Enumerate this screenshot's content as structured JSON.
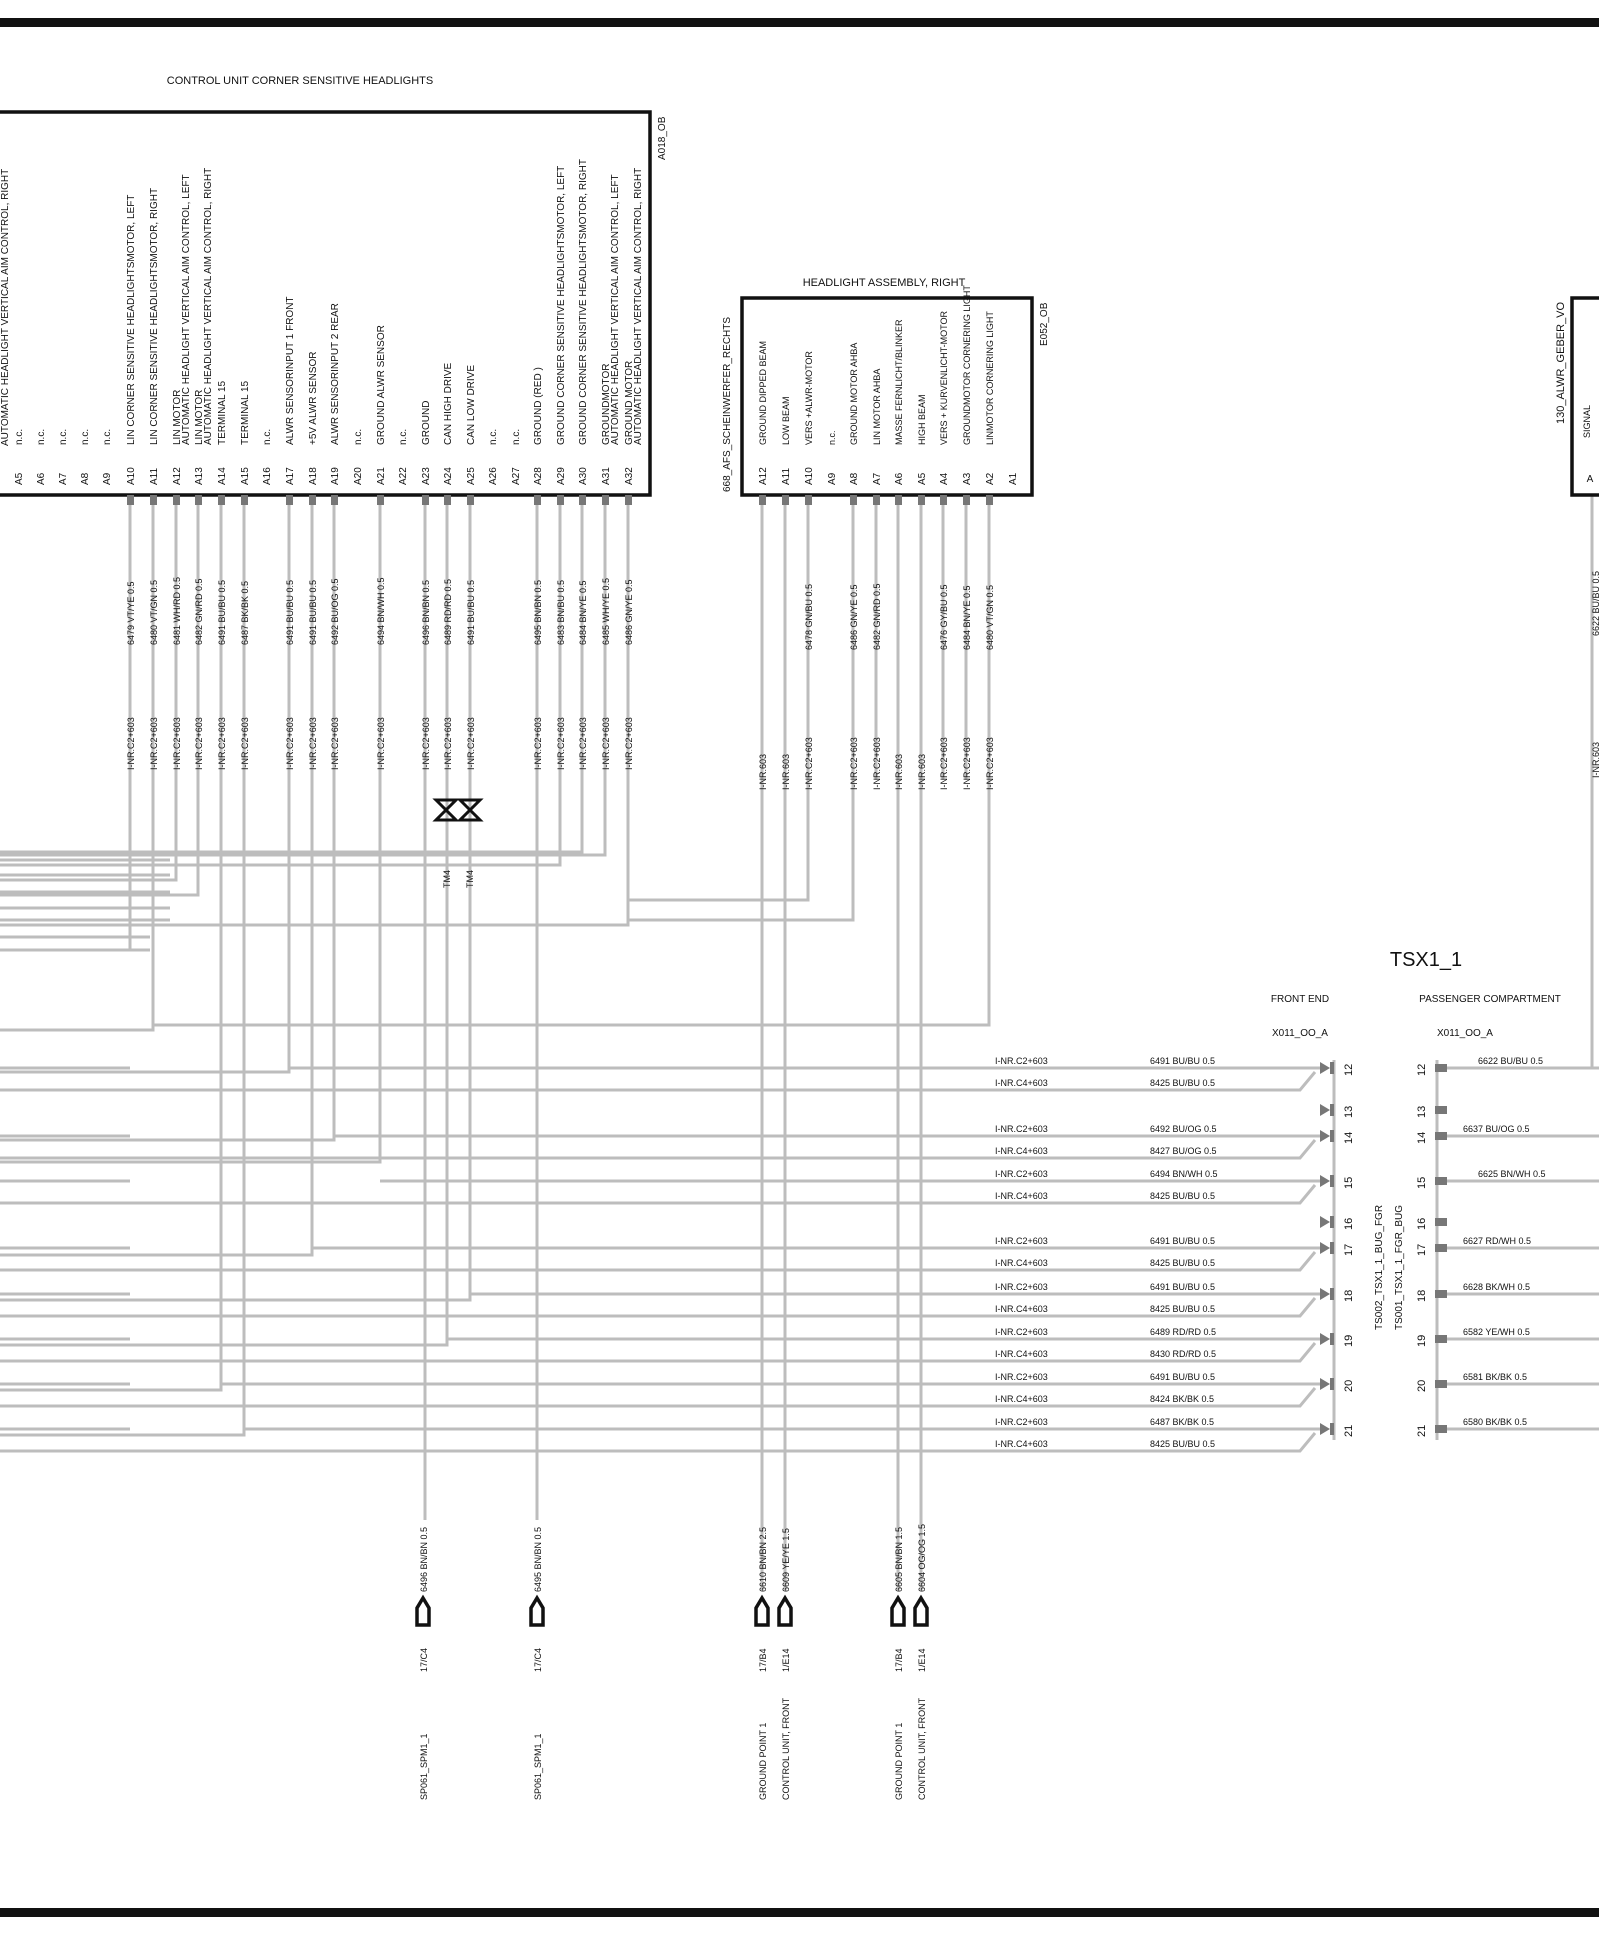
{
  "colors": {
    "wire": "#bdbdbd",
    "ink": "#111111",
    "background": "#ffffff"
  },
  "control_unit": {
    "title": "CONTROL UNIT CORNER SENSITIVE HEADLIGHTS",
    "id": "A018_OB",
    "left_top_label": "AUTOMATIC HEADLIGHT VERTICAL AIM CONTROL, RIGHT",
    "pins": [
      {
        "pin": "A5",
        "fn": "n.c."
      },
      {
        "pin": "A6",
        "fn": "n.c."
      },
      {
        "pin": "A7",
        "fn": "n.c."
      },
      {
        "pin": "A8",
        "fn": "n.c."
      },
      {
        "pin": "A9",
        "fn": "n.c."
      },
      {
        "pin": "A10",
        "fn": "LIN  CORNER SENSITIVE HEADLIGHTSMOTOR, LEFT",
        "wire": "6479 VT/YE 0.5",
        "inr": "I-NR.C2+603"
      },
      {
        "pin": "A11",
        "fn": "LIN  CORNER SENSITIVE HEADLIGHTSMOTOR, RIGHT",
        "wire": "6480 VT/GN 0.5",
        "inr": "I-NR.C2+603"
      },
      {
        "pin": "A12",
        "fn": "LIN MOTOR",
        "fn2": "AUTOMATIC HEADLIGHT VERTICAL AIM CONTROL, LEFT",
        "wire": "6481 WH/RD 0.5",
        "inr": "I-NR.C2+603"
      },
      {
        "pin": "A13",
        "fn": "LIN MOTOR",
        "fn2": "AUTOMATIC HEADLIGHT VERTICAL AIM CONTROL, RIGHT",
        "wire": "6482 GN/RD 0.5",
        "inr": "I-NR.C2+603"
      },
      {
        "pin": "A14",
        "fn": "TERMINAL 15",
        "wire": "6491 BU/BU 0.5",
        "inr": "I-NR.C2+603"
      },
      {
        "pin": "A15",
        "fn": "TERMINAL 15",
        "wire": "6487 BK/BK 0.5",
        "inr": "I-NR.C2+603"
      },
      {
        "pin": "A16",
        "fn": "n.c."
      },
      {
        "pin": "A17",
        "fn": "ALWR SENSORINPUT  1  FRONT",
        "wire": "6491 BU/BU 0.5",
        "inr": "I-NR.C2+603"
      },
      {
        "pin": "A18",
        "fn": "+5V  ALWR SENSOR",
        "wire": "6491 BU/BU 0.5",
        "inr": "I-NR.C2+603"
      },
      {
        "pin": "A19",
        "fn": "ALWR SENSORINPUT  2  REAR",
        "wire": "6492 BU/OG 0.5",
        "inr": "I-NR.C2+603"
      },
      {
        "pin": "A20",
        "fn": "n.c."
      },
      {
        "pin": "A21",
        "fn": "GROUND  ALWR SENSOR",
        "wire": "6494 BN/WH 0.5",
        "inr": "I-NR.C2+603"
      },
      {
        "pin": "A22",
        "fn": "n.c."
      },
      {
        "pin": "A23",
        "fn": "GROUND",
        "wire": "6496 BN/BN 0.5",
        "inr": "I-NR.C2+603"
      },
      {
        "pin": "A24",
        "fn": "CAN HIGH  DRIVE",
        "wire": "6489 RD/RD 0.5",
        "inr": "I-NR.C2+603"
      },
      {
        "pin": "A25",
        "fn": "CAN LOW  DRIVE",
        "wire": "6491 BU/BU 0.5",
        "inr": "I-NR.C2+603"
      },
      {
        "pin": "A26",
        "fn": "n.c."
      },
      {
        "pin": "A27",
        "fn": "n.c."
      },
      {
        "pin": "A28",
        "fn": "GROUND    (RED )",
        "wire": "6495 BN/BN 0.5",
        "inr": "I-NR.C2+603"
      },
      {
        "pin": "A29",
        "fn": "GROUND  CORNER SENSITIVE HEADLIGHTSMOTOR, LEFT",
        "wire": "6483 BN/BU 0.5",
        "inr": "I-NR.C2+603"
      },
      {
        "pin": "A30",
        "fn": "GROUND  CORNER SENSITIVE HEADLIGHTSMOTOR, RIGHT",
        "wire": "6484 BN/YE 0.5",
        "inr": "I-NR.C2+603"
      },
      {
        "pin": "A31",
        "fn": "GROUNDMOTOR",
        "fn2": "AUTOMATIC HEADLIGHT VERTICAL AIM CONTROL, LEFT",
        "wire": "6485 WH/YE 0.5",
        "inr": "I-NR.C2+603"
      },
      {
        "pin": "A32",
        "fn": "GROUND MOTOR",
        "fn2": "AUTOMATIC HEADLIGHT VERTICAL AIM CONTROL, RIGHT",
        "wire": "6486 GN/YE 0.5",
        "inr": "I-NR.C2+603"
      }
    ]
  },
  "headlight": {
    "title": "HEADLIGHT ASSEMBLY, RIGHT",
    "id": "E052_OB",
    "side_label": "668_AFS_SCHEINWERFER_RECHTS",
    "pins": [
      {
        "pin": "A12",
        "fn": "GROUND DIPPED BEAM",
        "inr": "I-NR.603"
      },
      {
        "pin": "A11",
        "fn": "LOW BEAM",
        "inr": "I-NR.603"
      },
      {
        "pin": "A10",
        "fn": "VERS +ALWR-MOTOR",
        "wire": "6478 GN/BU 0.5",
        "inr": "I-NR.C2+603"
      },
      {
        "pin": "A9",
        "fn": "n.c."
      },
      {
        "pin": "A8",
        "fn": "GROUND MOTOR  AHBA",
        "wire": "6486 GN/YE 0.5",
        "inr": "I-NR.C2+603"
      },
      {
        "pin": "A7",
        "fn": "LIN MOTOR AHBA",
        "wire": "6482 GN/RD 0.5",
        "inr": "I-NR.C2+603"
      },
      {
        "pin": "A6",
        "fn": "MASSE FERNLICHT/BLINKER",
        "inr": "I-NR.603"
      },
      {
        "pin": "A5",
        "fn": "HIGH BEAM",
        "inr": "I-NR.603"
      },
      {
        "pin": "A4",
        "fn": "VERS + KURVENLICHT-MOTOR",
        "wire": "6476 GY/BU 0.5",
        "inr": "I-NR.C2+603"
      },
      {
        "pin": "A3",
        "fn": "GROUNDMOTOR CORNERING LIGHT",
        "wire": "6484 BN/YE 0.5",
        "inr": "I-NR.C2+603"
      },
      {
        "pin": "A2",
        "fn": "LINMOTOR CORNERING LIGHT",
        "wire": "6480 VT/GN 0.5",
        "inr": "I-NR.C2+603"
      },
      {
        "pin": "A1",
        "fn": ""
      }
    ]
  },
  "sensor": {
    "label": "130_ALWR_GEBER_VO",
    "signal": "SIGNAL",
    "pin": "A",
    "wire": "6622 BU/BU 0.5",
    "inr": "I-NR.603"
  },
  "twist_label": "TM4",
  "connector": {
    "title": "TSX1_1",
    "front_end": "FRONT END",
    "passenger": "PASSENGER COMPARTMENT",
    "plug_id": "X011_OO_A",
    "side_left": "TS002_TSX1_1_BUG_FGR",
    "side_right": "TS001_TSX1_1_FGR_BUG",
    "rows": [
      {
        "pin": "12",
        "inr1": "I-NR.C2+603",
        "w1": "6491 BU/BU 0.5",
        "inr2": "I-NR.C4+603",
        "w2": "8425 BU/BU 0.5",
        "right": "6622 BU/BU 0.5"
      },
      {
        "pin": "13"
      },
      {
        "pin": "14",
        "inr1": "I-NR.C2+603",
        "w1": "6492 BU/OG 0.5",
        "inr2": "I-NR.C4+603",
        "w2": "8427 BU/OG 0.5",
        "right": "6637 BU/OG 0.5"
      },
      {
        "pin": "15",
        "inr1": "I-NR.C2+603",
        "w1": "6494 BN/WH 0.5",
        "inr2": "I-NR.C4+603",
        "w2": "8425 BU/BU 0.5",
        "right": "6625 BN/WH 0.5"
      },
      {
        "pin": "16"
      },
      {
        "pin": "17",
        "inr1": "I-NR.C2+603",
        "w1": "6491 BU/BU 0.5",
        "inr2": "I-NR.C4+603",
        "w2": "8425 BU/BU 0.5",
        "right": "6627 RD/WH 0.5"
      },
      {
        "pin": "18",
        "inr1": "I-NR.C2+603",
        "w1": "6491 BU/BU 0.5",
        "inr2": "I-NR.C4+603",
        "w2": "8425 BU/BU 0.5",
        "right": "6628 BK/WH 0.5"
      },
      {
        "pin": "19",
        "inr1": "I-NR.C2+603",
        "w1": "6489 RD/RD 0.5",
        "inr2": "I-NR.C4+603",
        "w2": "8430 RD/RD 0.5",
        "right": "6582 YE/WH 0.5"
      },
      {
        "pin": "20",
        "inr1": "I-NR.C2+603",
        "w1": "6491 BU/BU 0.5",
        "inr2": "I-NR.C4+603",
        "w2": "8424 BK/BK 0.5",
        "right": "6581 BK/BK 0.5"
      },
      {
        "pin": "21",
        "inr1": "I-NR.C2+603",
        "w1": "6487 BK/BK 0.5",
        "inr2": "I-NR.C4+603",
        "w2": "8425 BU/BU 0.5",
        "right": "6580 BK/BK 0.5"
      }
    ]
  },
  "grounds": [
    {
      "wire": "6496 BN/BN 0.5",
      "ref": "17/C4",
      "name": "SP061_SPM1_1"
    },
    {
      "wire": "6495 BN/BN 0.5",
      "ref": "17/C4",
      "name": "SP061_SPM1_1"
    },
    {
      "wire": "6610 BN/BN 2.5",
      "ref": "17/B4",
      "name": "GROUND POINT 1"
    },
    {
      "wire": "6609 YE/YE 1.5",
      "ref": "1/E14",
      "name": "CONTROL UNIT, FRONT"
    },
    {
      "wire": "6605 BN/BN 1.5",
      "ref": "17/B4",
      "name": "GROUND POINT 1"
    },
    {
      "wire": "6604 OG/OG 1.5",
      "ref": "1/E14",
      "name": "CONTROL UNIT, FRONT"
    }
  ]
}
